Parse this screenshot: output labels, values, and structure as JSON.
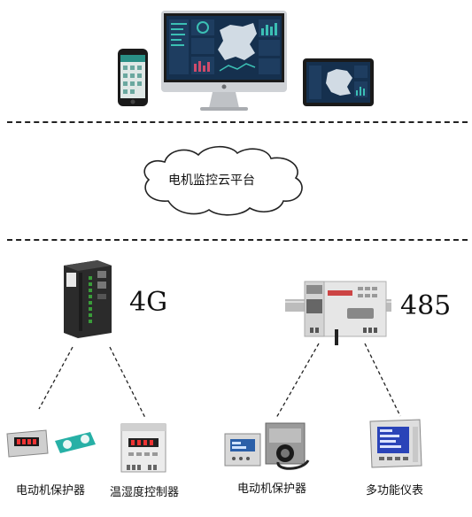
{
  "cloud": {
    "label": "电机监控云平台"
  },
  "protocols": {
    "left": "4G",
    "right": "485"
  },
  "devices": {
    "d1": "电动机保护器",
    "d2": "温湿度控制器",
    "d3": "电动机保护器",
    "d4": "多功能仪表"
  },
  "colors": {
    "screen_bg": "#16304f",
    "accent_teal": "#27b0a6",
    "device_gray": "#dcdcdc"
  }
}
